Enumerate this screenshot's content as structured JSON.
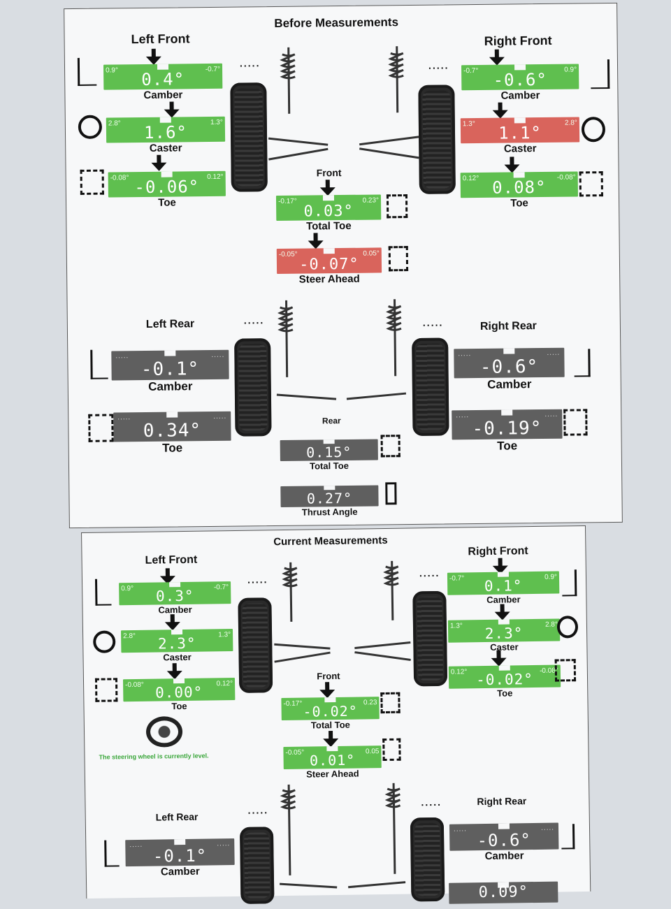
{
  "before": {
    "title": "Before Measurements",
    "left_front": {
      "title": "Left Front",
      "camber": {
        "min": "0.9°",
        "max": "-0.7°",
        "value": "0.4°",
        "label": "Camber"
      },
      "caster": {
        "min": "2.8°",
        "max": "1.3°",
        "value": "1.6°",
        "label": "Caster"
      },
      "toe": {
        "min": "-0.08°",
        "max": "0.12°",
        "value": "-0.06°",
        "label": "Toe"
      }
    },
    "right_front": {
      "title": "Right Front",
      "camber": {
        "min": "-0.7°",
        "max": "0.9°",
        "value": "-0.6°",
        "label": "Camber"
      },
      "caster": {
        "min": "1.3°",
        "max": "2.8°",
        "value": "1.1°",
        "label": "Caster"
      },
      "toe": {
        "min": "0.12°",
        "max": "-0.08°",
        "value": "0.08°",
        "label": "Toe"
      }
    },
    "front": {
      "label": "Front",
      "total_toe": {
        "min": "-0.17°",
        "max": "0.23°",
        "value": "0.03°",
        "label": "Total Toe"
      },
      "steer_ahead": {
        "min": "-0.05°",
        "max": "0.05°",
        "value": "-0.07°",
        "label": "Steer Ahead"
      }
    },
    "left_rear": {
      "title": "Left Rear",
      "camber": {
        "value": "-0.1°",
        "label": "Camber"
      },
      "toe": {
        "value": "0.34°",
        "label": "Toe"
      }
    },
    "right_rear": {
      "title": "Right Rear",
      "camber": {
        "value": "-0.6°",
        "label": "Camber"
      },
      "toe": {
        "value": "-0.19°",
        "label": "Toe"
      }
    },
    "rear": {
      "label": "Rear",
      "total_toe": {
        "value": "0.15°",
        "label": "Total Toe"
      },
      "thrust_angle": {
        "value": "0.27°",
        "label": "Thrust Angle"
      }
    },
    "dots": "....."
  },
  "current": {
    "title": "Current Measurements",
    "left_front": {
      "title": "Left Front",
      "camber": {
        "min": "0.9°",
        "max": "-0.7°",
        "value": "0.3°",
        "label": "Camber"
      },
      "caster": {
        "min": "2.8°",
        "max": "1.3°",
        "value": "2.3°",
        "label": "Caster"
      },
      "toe": {
        "min": "-0.08°",
        "max": "0.12°",
        "value": "0.00°",
        "label": "Toe"
      }
    },
    "right_front": {
      "title": "Right Front",
      "camber": {
        "min": "-0.7°",
        "max": "0.9°",
        "value": "0.1°",
        "label": "Camber"
      },
      "caster": {
        "min": "1.3°",
        "max": "2.8°",
        "value": "2.3°",
        "label": "Caster"
      },
      "toe": {
        "min": "0.12°",
        "max": "-0.08°",
        "value": "-0.02°",
        "label": "Toe"
      }
    },
    "front": {
      "label": "Front",
      "total_toe": {
        "min": "-0.17°",
        "max": "0.23",
        "value": "-0.02°",
        "label": "Total Toe"
      },
      "steer_ahead": {
        "min": "-0.05°",
        "max": "0.05",
        "value": "0.01°",
        "label": "Steer Ahead"
      }
    },
    "steering_note": "The steering wheel is currently level.",
    "left_rear": {
      "title": "Left Rear",
      "camber": {
        "value": "-0.1°",
        "label": "Camber"
      }
    },
    "right_rear": {
      "title": "Right Rear",
      "camber": {
        "value": "-0.6°",
        "label": "Camber"
      },
      "toe_partial": "0.09°"
    },
    "dots": "....."
  },
  "colors": {
    "in_spec": "#5fbf4f",
    "out_of_spec": "#d9645c",
    "no_spec": "#5f5f5f",
    "note_green": "#3aa63a"
  }
}
